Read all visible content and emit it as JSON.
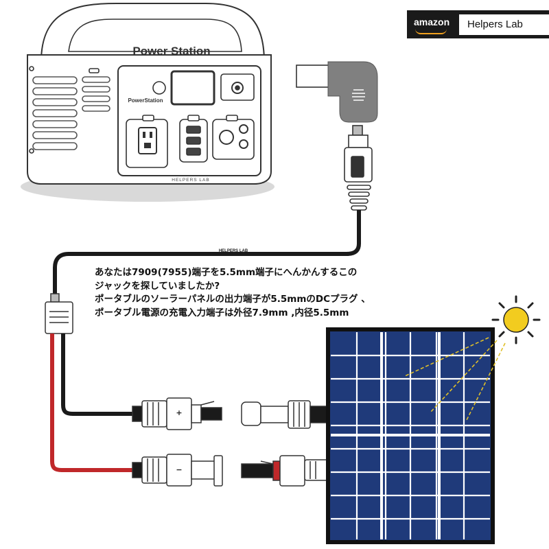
{
  "brand": {
    "store": "amazon",
    "name": "Helpers Lab"
  },
  "station": {
    "title": "Power Station",
    "panel_logo": "PowerStation",
    "footer_mark": "HELPERS LAB"
  },
  "cable": {
    "label": "HELPERS LAB"
  },
  "polarity": {
    "plus": "+",
    "minus": "−"
  },
  "description": {
    "lines": [
      "あなたは7909(7955)端子を5.5mm端子にへんかんするこの",
      "ジャックを探していましたか?",
      "ポータブルのソーラーパネルの出力端子が5.5mmのDCプラグ 、",
      "ポータブル電源の充電入力端子は外径7.9mm ,内径5.5mm"
    ]
  },
  "colors": {
    "panel_blue": "#1f3a7a",
    "panel_frame": "#111111",
    "cable_black": "#1a1a1a",
    "cable_red": "#c0282a",
    "sun": "#f2cc1f",
    "sun_ray": "#333333",
    "ray_dash": "#e0c02a",
    "adapter_grey": "#808080",
    "brand_bg": "#1a1a1a"
  }
}
